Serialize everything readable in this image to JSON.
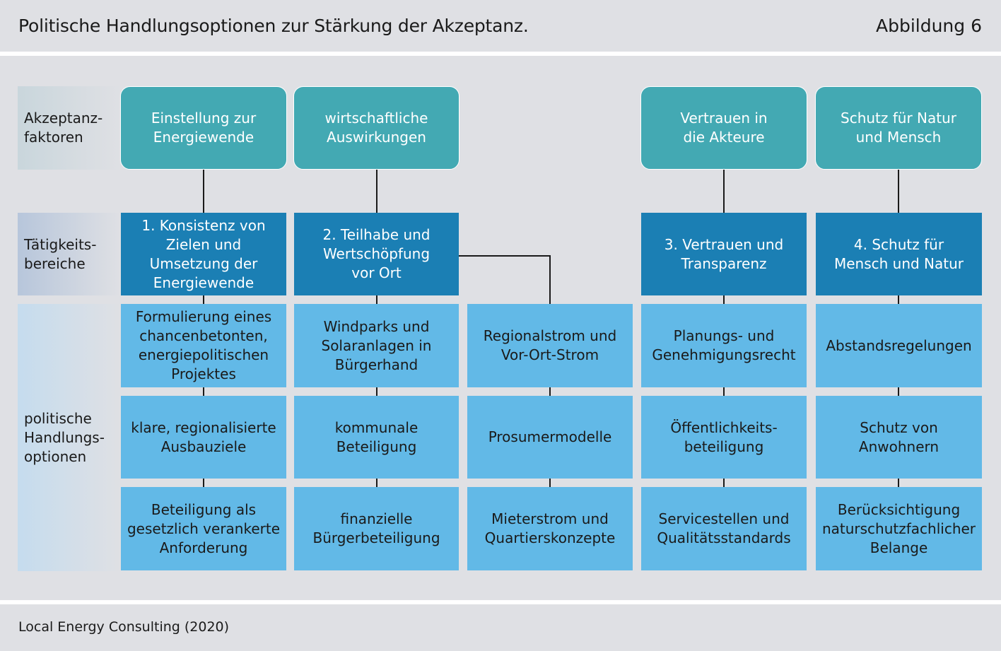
{
  "header": {
    "title": "Politische Handlungsoptionen zur Stärkung der Akzeptanz.",
    "figure_label": "Abbildung 6"
  },
  "footer": {
    "source": "Local Energy Consulting (2020)"
  },
  "colors": {
    "factor_box": "#43a9b3",
    "area_box": "#1b7fb4",
    "option_box": "#62b9e7",
    "background": "#dfe0e4"
  },
  "row_labels": {
    "factors": "Akzeptanz-\nfaktoren",
    "areas": "Tätigkeits-\nbereiche",
    "options": "politische\nHandlungs-\noptionen"
  },
  "factors": [
    "Einstellung zur\nEnergiewende",
    "wirtschaftliche\nAuswirkungen",
    "Vertrauen in\ndie Akteure",
    "Schutz für Natur\nund Mensch"
  ],
  "areas": [
    "1. Konsistenz von\nZielen und\nUmsetzung der\nEnergiewende",
    "2. Teilhabe und\nWertschöpfung\nvor Ort",
    "3. Vertrauen und\nTransparenz",
    "4. Schutz für\nMensch und Natur"
  ],
  "options": [
    [
      "Formulierung eines\nchancenbetonten,\nenergiepolitischen\nProjektes",
      "klare, regionalisierte\nAusbauziele",
      "Beteiligung als\ngesetzlich verankerte\nAnforderung"
    ],
    [
      "Windparks und\nSolaranlagen in\nBürgerhand",
      "kommunale\nBeteiligung",
      "finanzielle\nBürgerbeteiligung"
    ],
    [
      "Regionalstrom und\nVor-Ort-Strom",
      "Prosumermodelle",
      "Mieterstrom und\nQuartierskonzepte"
    ],
    [
      "Planungs- und\nGenehmigungsrecht",
      "Öffentlichkeits-\nbeteiligung",
      "Servicestellen und\nQualitätsstandards"
    ],
    [
      "Abstandsregelungen",
      "Schutz von\nAnwohnern",
      "Berücksichtigung\nnaturschutzfachlicher\nBelange"
    ]
  ]
}
